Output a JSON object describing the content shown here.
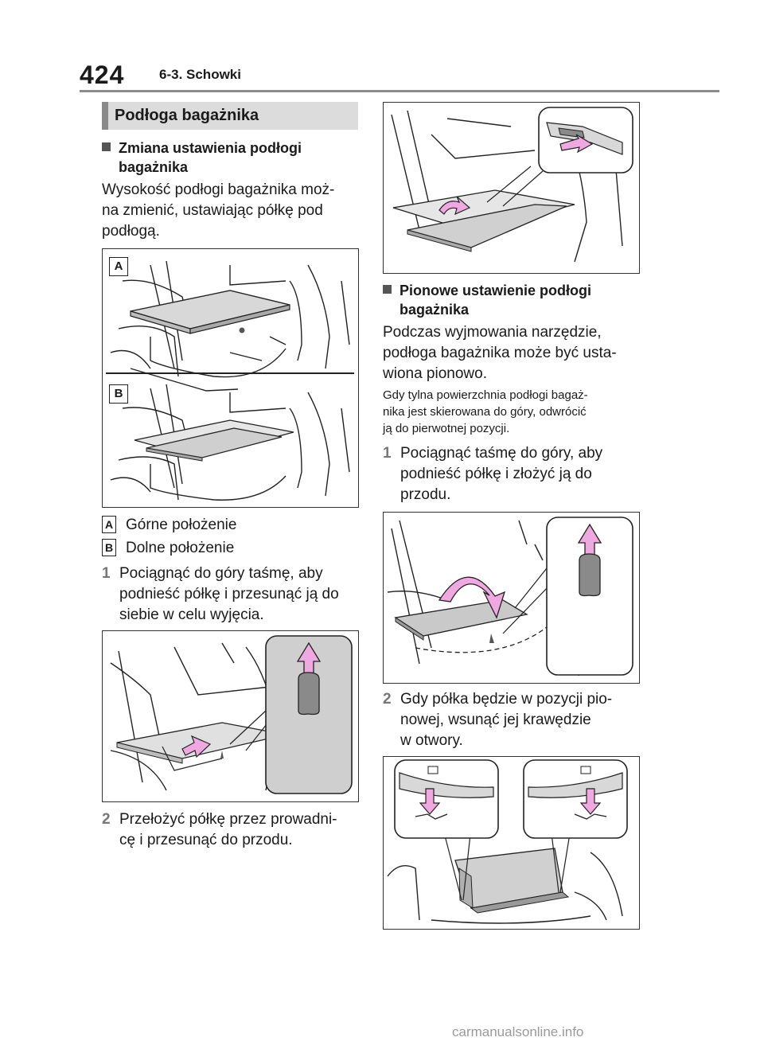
{
  "header": {
    "page_number": "424",
    "section": "6-3. Schowki"
  },
  "left": {
    "section_title": "Podłoga bagażnika",
    "heading1": {
      "line1": "Zmiana ustawienia podłogi",
      "line2": "bagażnika"
    },
    "para1": [
      "Wysokość podłogi bagażnika moż-",
      "na zmienić, ustawiając półkę pod",
      "podłogą."
    ],
    "fig1": {
      "label_a": "A",
      "label_b": "B"
    },
    "legend": [
      {
        "key": "A",
        "text": "Górne położenie"
      },
      {
        "key": "B",
        "text": "Dolne położenie"
      }
    ],
    "step1": {
      "num": "1",
      "lines": [
        "Pociągnąć do góry taśmę, aby",
        "podnieść półkę i przesunąć ją do",
        "siebie w celu wyjęcia."
      ]
    },
    "step2": {
      "num": "2",
      "lines": [
        "Przełożyć półkę przez prowadni-",
        "cę i przesunąć do przodu."
      ]
    }
  },
  "right": {
    "heading2": {
      "line1": "Pionowe ustawienie podłogi",
      "line2": "bagażnika"
    },
    "para2": [
      "Podczas wyjmowania narzędzie,",
      "podłoga bagażnika może być usta-",
      "wiona pionowo."
    ],
    "note": [
      "Gdy tylna powierzchnia podłogi bagaż-",
      "nika jest skierowana do góry, odwrócić",
      "ją do pierwotnej pozycji."
    ],
    "step1": {
      "num": "1",
      "lines": [
        "Pociągnąć taśmę do góry, aby",
        "podnieść półkę i złożyć ją do",
        "przodu."
      ]
    },
    "step2": {
      "num": "2",
      "lines": [
        "Gdy półka będzie w pozycji pio-",
        "nowej, wsunąć jej krawędzie",
        "w otwory."
      ]
    }
  },
  "footer": {
    "watermark": "carmanualsonline.info"
  },
  "colors": {
    "rule": "#8c8c8c",
    "section_bg": "#dcdcdc",
    "arrow_pink": "#f0a8e0",
    "panel_grey": "#bdbdbd"
  }
}
